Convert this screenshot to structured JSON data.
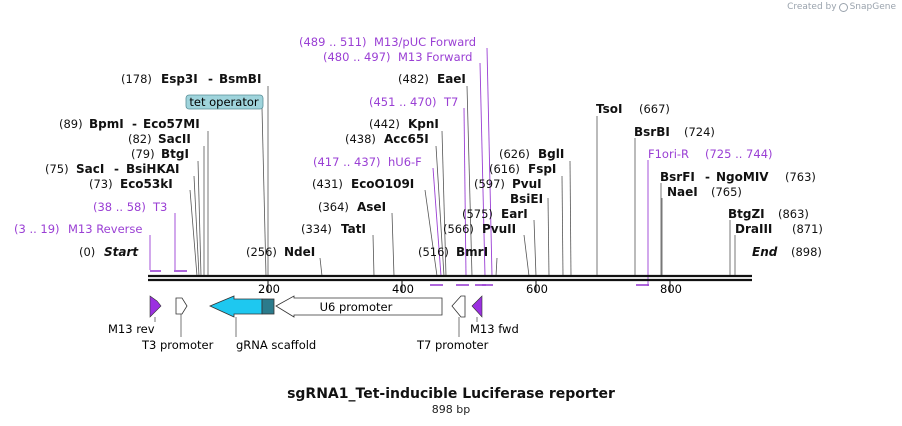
{
  "credit": "Created by",
  "brand": "SnapGene",
  "title": "sgRNA1_Tet-inducible Luciferase reporter",
  "length_label": "898 bp",
  "scale": [
    "200",
    "400",
    "600",
    "800"
  ],
  "enzymes": {
    "esp3i": {
      "num": "(178)",
      "name": "Esp3I",
      "name2": "BsmBI"
    },
    "bpmi": {
      "num": "(89)",
      "name": "BpmI",
      "name2": "Eco57MI"
    },
    "sacii": {
      "num": "(82)",
      "name": "SacII"
    },
    "btgi": {
      "num": "(79)",
      "name": "BtgI"
    },
    "saci": {
      "num": "(75)",
      "name": "SacI",
      "name2": "BsiHKAI"
    },
    "eco53ki": {
      "num": "(73)",
      "name": "Eco53kI"
    },
    "start": {
      "num": "(0)",
      "name": "Start"
    },
    "ndei": {
      "num": "(256)",
      "name": "NdeI"
    },
    "tati": {
      "num": "(334)",
      "name": "TatI"
    },
    "asei": {
      "num": "(364)",
      "name": "AseI"
    },
    "ecoo109i": {
      "num": "(431)",
      "name": "EcoO109I"
    },
    "acc65i": {
      "num": "(438)",
      "name": "Acc65I"
    },
    "kpni": {
      "num": "(442)",
      "name": "KpnI"
    },
    "eaei": {
      "num": "(482)",
      "name": "EaeI"
    },
    "bmri": {
      "num": "(516)",
      "name": "BmrI"
    },
    "pvuii": {
      "num": "(566)",
      "name": "PvuII"
    },
    "eari": {
      "num": "(575)",
      "name": "EarI"
    },
    "bsiei": {
      "num": "",
      "name": "BsiEI"
    },
    "pvui": {
      "num": "(597)",
      "name": "PvuI"
    },
    "fspi": {
      "num": "(616)",
      "name": "FspI"
    },
    "bgli": {
      "num": "(626)",
      "name": "BglI"
    },
    "tsoi": {
      "num": "(667)",
      "name": "TsoI"
    },
    "bsrbi": {
      "num": "(724)",
      "name": "BsrBI"
    },
    "bsrfi": {
      "num": "(763)",
      "name": "BsrFI",
      "name2": "NgoMIV"
    },
    "naei": {
      "num": "(765)",
      "name": "NaeI"
    },
    "btgzi": {
      "num": "(863)",
      "name": "BtgZI"
    },
    "draiii": {
      "num": "(871)",
      "name": "DraIII"
    },
    "end": {
      "num": "(898)",
      "name": "End"
    }
  },
  "primers": {
    "m13puc": {
      "range": "(489 .. 511)",
      "name": "M13/pUC Forward"
    },
    "m13fwd": {
      "range": "(480 .. 497)",
      "name": "M13 Forward"
    },
    "t7": {
      "range": "(451 .. 470)",
      "name": "T7"
    },
    "hu6f": {
      "range": "(417 .. 437)",
      "name": "hU6-F"
    },
    "t3": {
      "range": "(38 .. 58)",
      "name": "T3"
    },
    "m13rev": {
      "range": "(3 .. 19)",
      "name": "M13 Reverse"
    },
    "f1ori": {
      "range": "(725 .. 744)",
      "name": "F1ori-R"
    }
  },
  "features": {
    "tet_operator": "tet operator",
    "m13_rev": "M13 rev",
    "t3_promoter": "T3 promoter",
    "grna_scaffold": "gRNA scaffold",
    "u6_promoter": "U6 promoter",
    "t7_promoter": "T7 promoter",
    "m13_fwd": "M13 fwd"
  },
  "colors": {
    "primer": "#9a3fd4",
    "scaffold_fill": "#1ec8f0",
    "scaffold_dark": "#2b7b8c",
    "tet_box": "#9fd4dc",
    "purple_feature": "#9b30e0"
  }
}
